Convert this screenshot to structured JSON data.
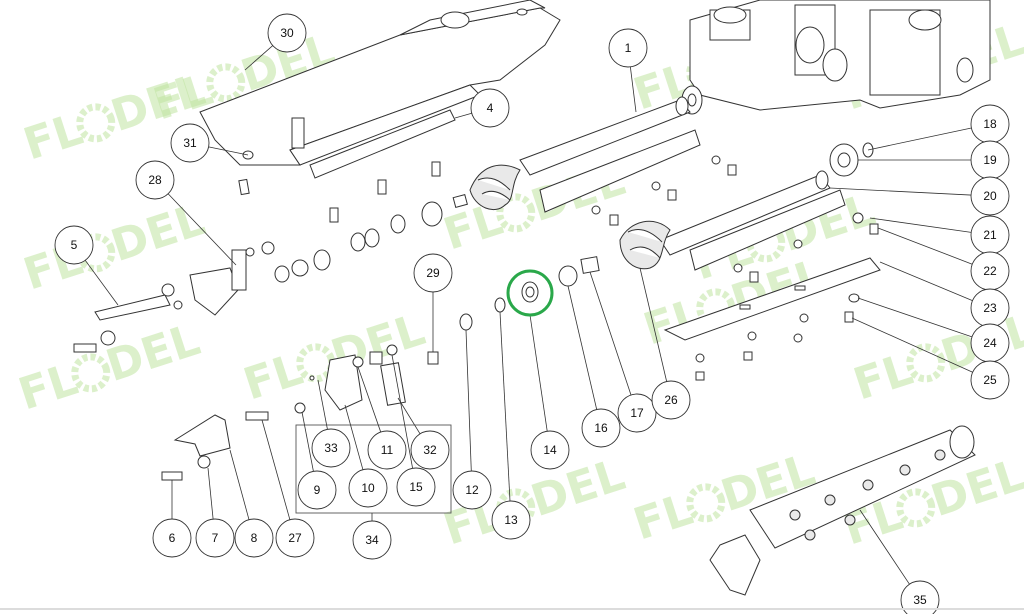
{
  "watermark": {
    "text_left": "FL",
    "text_right": "DEL",
    "color": "#bfe3a0"
  },
  "highlight": {
    "color": "#2aa84a"
  },
  "callouts": [
    {
      "id": "1",
      "label": "1"
    },
    {
      "id": "4",
      "label": "4"
    },
    {
      "id": "5",
      "label": "5"
    },
    {
      "id": "6",
      "label": "6"
    },
    {
      "id": "7",
      "label": "7"
    },
    {
      "id": "8",
      "label": "8"
    },
    {
      "id": "9",
      "label": "9"
    },
    {
      "id": "10",
      "label": "10"
    },
    {
      "id": "11",
      "label": "11"
    },
    {
      "id": "12",
      "label": "12"
    },
    {
      "id": "13",
      "label": "13"
    },
    {
      "id": "14",
      "label": "14"
    },
    {
      "id": "15",
      "label": "15"
    },
    {
      "id": "16",
      "label": "16"
    },
    {
      "id": "17",
      "label": "17"
    },
    {
      "id": "18",
      "label": "18"
    },
    {
      "id": "19",
      "label": "19"
    },
    {
      "id": "20",
      "label": "20"
    },
    {
      "id": "21",
      "label": "21"
    },
    {
      "id": "22",
      "label": "22"
    },
    {
      "id": "23",
      "label": "23"
    },
    {
      "id": "24",
      "label": "24"
    },
    {
      "id": "25",
      "label": "25"
    },
    {
      "id": "26",
      "label": "26"
    },
    {
      "id": "27",
      "label": "27"
    },
    {
      "id": "28",
      "label": "28"
    },
    {
      "id": "29",
      "label": "29"
    },
    {
      "id": "30",
      "label": "30"
    },
    {
      "id": "31",
      "label": "31"
    },
    {
      "id": "32",
      "label": "32"
    },
    {
      "id": "33",
      "label": "33"
    },
    {
      "id": "34",
      "label": "34"
    },
    {
      "id": "35",
      "label": "35"
    }
  ]
}
